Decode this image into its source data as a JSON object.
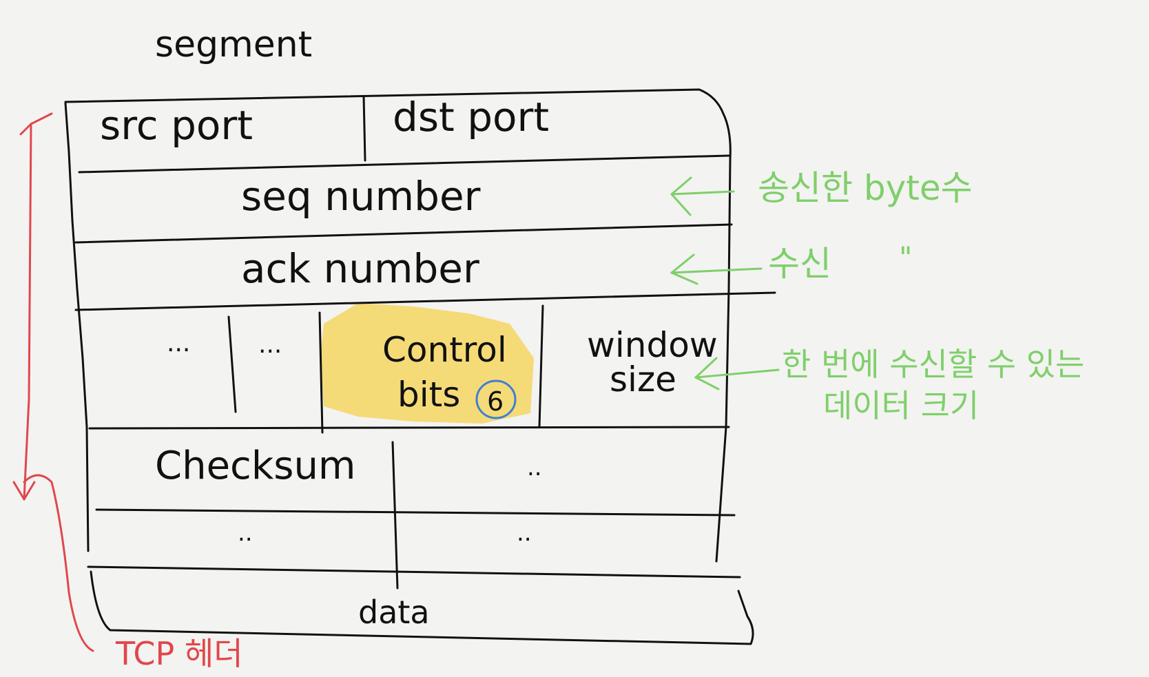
{
  "title": "segment",
  "colors": {
    "ink": "#111111",
    "annotation": "#7fcf6a",
    "header_bracket": "#e0474c",
    "highlight": "#f5d35a",
    "circle": "#3b7fd6"
  },
  "fields": {
    "src_port": "src port",
    "dst_port": "dst port",
    "seq_number": "seq number",
    "ack_number": "ack number",
    "dots_1": "...",
    "dots_2": "...",
    "control_bits_line1": "Control",
    "control_bits_line2": "bits",
    "control_bits_circle": "6",
    "window_size_line1": "window",
    "window_size_line2": "size",
    "checksum": "Checksum",
    "dots_3": "..",
    "dots_4": "..",
    "dots_5": "..",
    "data": "data"
  },
  "annotations": {
    "seq_note": "송신한 byte수",
    "ack_note_word": "수신",
    "ack_note_ditto": "\"",
    "window_note_line1": "한 번에 수신할 수 있는",
    "window_note_line2": "데이터 크기"
  },
  "header_label": "TCP 헤더"
}
